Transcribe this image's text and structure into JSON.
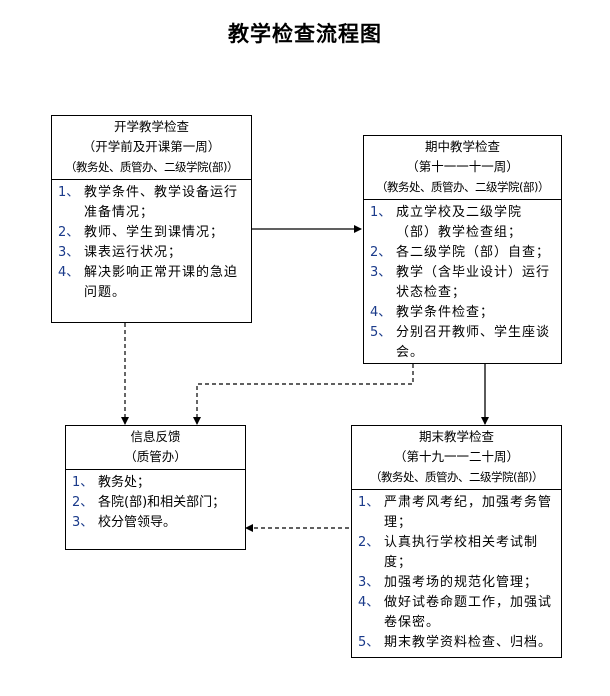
{
  "title": "教学检查流程图",
  "boxes": {
    "opening": {
      "title": "开学教学检查",
      "period": "（开学前及开课第一周）",
      "org": "（教务处、质管办、二级学院(部)）",
      "items": [
        {
          "num": "1、",
          "text": "教学条件、教学设备运行准备情况；"
        },
        {
          "num": "2、",
          "text": "教师、学生到课情况；"
        },
        {
          "num": "3、",
          "text": "课表运行状况；"
        },
        {
          "num": "4、",
          "text": "解决影响正常开课的急迫问题。"
        }
      ]
    },
    "midterm": {
      "title": "期中教学检查",
      "period": "（第十一一十一周）",
      "org": "（教务处、质管办、二级学院(部)）",
      "items": [
        {
          "num": "1、",
          "text": "成立学校及二级学院（部）教学检查组；"
        },
        {
          "num": "2、",
          "text": "各二级学院（部）自查；"
        },
        {
          "num": "3、",
          "text": "教学（含毕业设计）运行状态检查；"
        },
        {
          "num": "4、",
          "text": "教学条件检查；"
        },
        {
          "num": "5、",
          "text": "分别召开教师、学生座谈会。"
        }
      ]
    },
    "feedback": {
      "title": "信息反馈",
      "period": "（质管办）",
      "items": [
        {
          "num": "1、",
          "text": "教务处；"
        },
        {
          "num": "2、",
          "text": "各院(部)和相关部门；"
        },
        {
          "num": "3、",
          "text": "校分管领导。"
        }
      ]
    },
    "final": {
      "title": "期末教学检查",
      "period": "（第十九一一二十周）",
      "org": "（教务处、质管办、二级学院(部)）",
      "items": [
        {
          "num": "1、",
          "text": "严肃考风考纪，加强考务管理；"
        },
        {
          "num": "2、",
          "text": "认真执行学校相关考试制度；"
        },
        {
          "num": "3、",
          "text": "加强考场的规范化管理；"
        },
        {
          "num": "4、",
          "text": "做好试卷命题工作，加强试卷保密。"
        },
        {
          "num": "5、",
          "text": "期末教学资料检查、归档。"
        }
      ]
    }
  },
  "connectors": [
    {
      "from": "opening",
      "to": "midterm",
      "style": "solid"
    },
    {
      "from": "midterm",
      "to": "final",
      "style": "solid"
    },
    {
      "from": "opening",
      "to": "feedback",
      "style": "dashed"
    },
    {
      "from": "midterm",
      "to": "feedback",
      "style": "dashed"
    },
    {
      "from": "final",
      "to": "feedback",
      "style": "dashed"
    }
  ]
}
